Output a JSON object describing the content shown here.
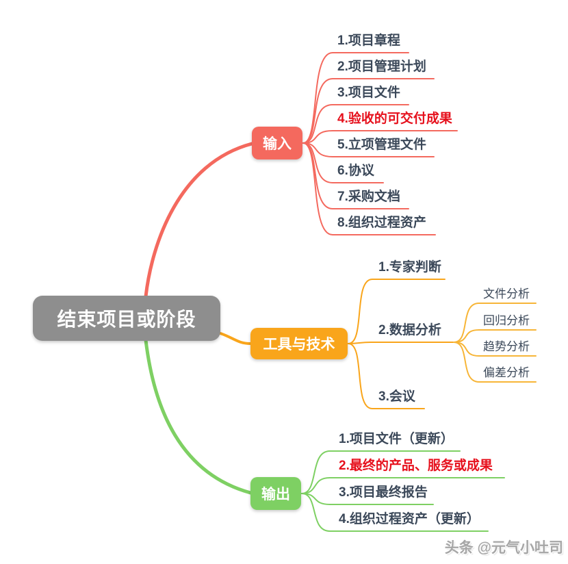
{
  "root": {
    "label": "结束项目或阶段"
  },
  "branches": [
    {
      "label": "输入",
      "color": "#F4695E",
      "children": [
        {
          "label": "1.项目章程"
        },
        {
          "label": "2.项目管理计划"
        },
        {
          "label": "3.项目文件"
        },
        {
          "label": "4.验收的可交付成果",
          "highlight": true
        },
        {
          "label": "5.立项管理文件"
        },
        {
          "label": "6.协议"
        },
        {
          "label": "7.采购文档"
        },
        {
          "label": "8.组织过程资产"
        }
      ]
    },
    {
      "label": "工具与技术",
      "color": "#F9A51B",
      "children": [
        {
          "label": "1.专家判断"
        },
        {
          "label": "2.数据分析",
          "children": [
            {
              "label": "文件分析"
            },
            {
              "label": "回归分析"
            },
            {
              "label": "趋势分析"
            },
            {
              "label": "偏差分析"
            }
          ]
        },
        {
          "label": "3.会议"
        }
      ]
    },
    {
      "label": "输出",
      "color": "#7ED063",
      "children": [
        {
          "label": "1.项目文件（更新）"
        },
        {
          "label": "2.最终的产品、服务或成果",
          "highlight": true
        },
        {
          "label": "3.项目最终报告"
        },
        {
          "label": "4.组织过程资产（更新）"
        }
      ]
    }
  ],
  "watermark": "头条 @元气小吐司",
  "colors": {
    "root_bg": "#8E8E8E",
    "input_accent": "#F4695E",
    "tools_accent": "#F9A51B",
    "output_accent": "#7ED063",
    "text_dark": "#3B4859",
    "highlight_red": "#E6101C"
  }
}
